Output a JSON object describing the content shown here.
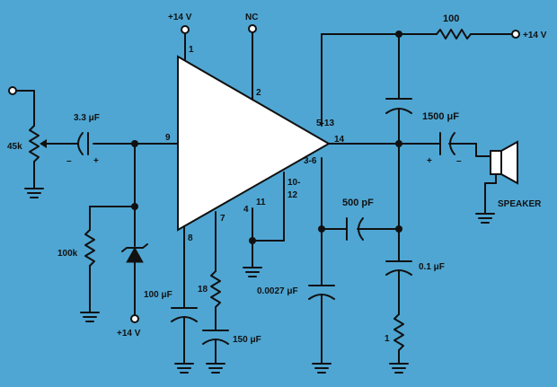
{
  "diagram": {
    "supply_top": "+14 V",
    "nc": "NC",
    "supply_right": "+14 V",
    "supply_bottom": "+14 V",
    "pins": {
      "p1": "1",
      "p2": "2",
      "p9": "9",
      "p5_13": "5-13",
      "p14": "14",
      "p3_6": "3-6",
      "p10": "10-",
      "p12": "12",
      "p4": "4",
      "p11": "11",
      "p7": "7",
      "p8": "8"
    },
    "components": {
      "r_100": "100",
      "c_3_3": "3.3 μF",
      "pot_45k": "45k",
      "c_1500": "1500 μF",
      "c_500p": "500 pF",
      "c_0_1": "0.1 μF",
      "c_0_0027": "0.0027 μF",
      "c_100u": "100 μF",
      "c_150u": "150 μF",
      "r_18": "18",
      "r_100k": "100k",
      "r_1": "1",
      "speaker": "SPEAKER"
    },
    "polarity": {
      "c3_minus": "–",
      "c3_plus": "+",
      "c1500_plus": "+",
      "c1500_minus": "–"
    }
  }
}
